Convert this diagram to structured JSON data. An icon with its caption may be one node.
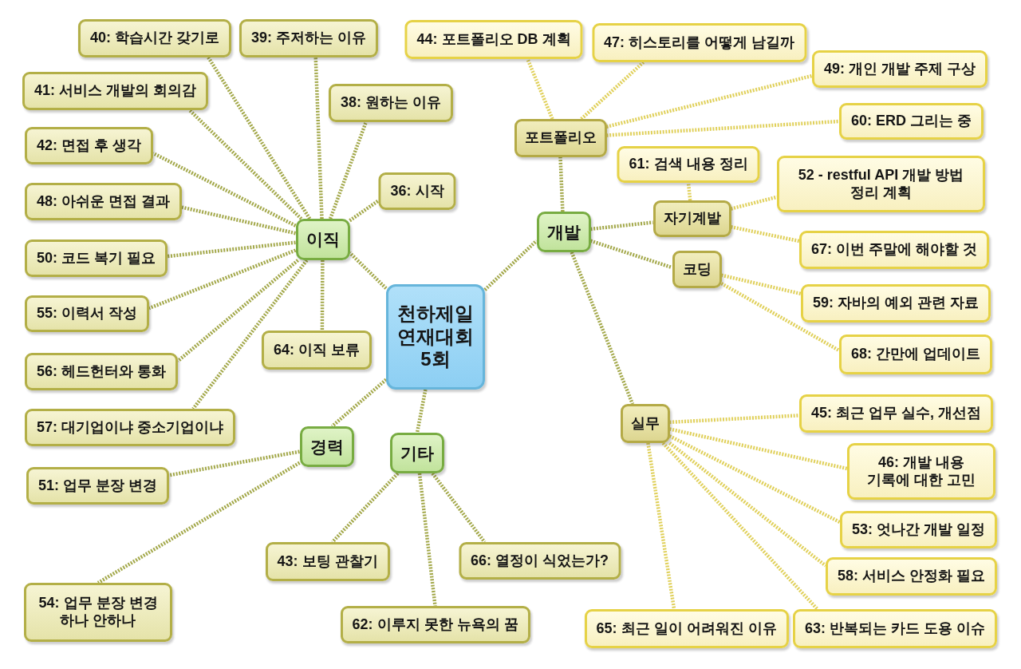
{
  "diagram": {
    "nodes": [
      {
        "text": [
          "천하제일 연재대회 5회"
        ]
      },
      {
        "text": [
          "이직"
        ]
      },
      {
        "text": [
          "개발"
        ]
      },
      {
        "text": [
          "경력"
        ]
      },
      {
        "text": [
          "기타"
        ]
      },
      {
        "text": [
          "포트폴리오"
        ]
      },
      {
        "text": [
          "자기계발"
        ]
      },
      {
        "text": [
          "코딩"
        ]
      },
      {
        "text": [
          "실무"
        ]
      },
      {
        "text": [
          "40: 학습시간 갖기로"
        ]
      },
      {
        "text": [
          "39: 주저하는 이유"
        ]
      },
      {
        "text": [
          "41: 서비스 개발의 회의감"
        ]
      },
      {
        "text": [
          "38: 원하는 이유"
        ]
      },
      {
        "text": [
          "42: 면접 후 생각"
        ]
      },
      {
        "text": [
          "36: 시작"
        ]
      },
      {
        "text": [
          "48: 아쉬운 면접 결과"
        ]
      },
      {
        "text": [
          "50: 코드 복기 필요"
        ]
      },
      {
        "text": [
          "55: 이력서 작성"
        ]
      },
      {
        "text": [
          "64: 이직 보류"
        ]
      },
      {
        "text": [
          "56: 헤드헌터와 통화"
        ]
      },
      {
        "text": [
          "57: 대기업이냐 중소기업이냐"
        ]
      },
      {
        "text": [
          "44: 포트폴리오 DB 계획"
        ]
      },
      {
        "text": [
          "47: 히스토리를 어떻게 남길까"
        ]
      },
      {
        "text": [
          "49: 개인 개발 주제 구상"
        ]
      },
      {
        "text": [
          "60: ERD 그리는 중"
        ]
      },
      {
        "text": [
          "61: 검색 내용 정리"
        ]
      },
      {
        "text": [
          "52 - restful API 개발 방법 정리 계획"
        ]
      },
      {
        "text": [
          "67: 이번 주말에 해야할 것"
        ]
      },
      {
        "text": [
          "59: 자바의 예외 관련 자료"
        ]
      },
      {
        "text": [
          "68: 간만에 업데이트"
        ]
      },
      {
        "text": [
          "45: 최근 업무 실수, 개선점"
        ]
      },
      {
        "text": [
          "46: 개발 내용 기록에 대한 고민"
        ]
      },
      {
        "text": [
          "53: 엇나간 개발 일정"
        ]
      },
      {
        "text": [
          "58: 서비스 안정화 필요"
        ]
      },
      {
        "text": [
          "65: 최근 일이 어려워진 이유"
        ]
      },
      {
        "text": [
          "63: 반복되는 카드 도용 이슈"
        ]
      },
      {
        "text": [
          "51: 업무 분장 변경"
        ]
      },
      {
        "text": [
          "54: 업무 분장 변경 하나 안하나"
        ]
      },
      {
        "text": [
          "43: 보팅 관찰기"
        ]
      },
      {
        "text": [
          "66: 열정이 식었는가?"
        ]
      },
      {
        "text": [
          "62: 이루지 못한 뉴욕의 꿈"
        ]
      }
    ],
    "edges": [
      {
        "from": 0,
        "to": 1,
        "arrow": "none"
      },
      {
        "from": 0,
        "to": 2,
        "arrow": "none"
      },
      {
        "from": 0,
        "to": 3,
        "arrow": "none"
      },
      {
        "from": 0,
        "to": 4,
        "arrow": "none"
      },
      {
        "from": 2,
        "to": 5,
        "arrow": "none"
      },
      {
        "from": 2,
        "to": 6,
        "arrow": "none"
      },
      {
        "from": 2,
        "to": 7,
        "arrow": "none"
      },
      {
        "from": 2,
        "to": 8,
        "arrow": "none"
      },
      {
        "from": 1,
        "to": 9,
        "arrow": "none"
      },
      {
        "from": 1,
        "to": 10,
        "arrow": "none"
      },
      {
        "from": 1,
        "to": 11,
        "arrow": "none"
      },
      {
        "from": 1,
        "to": 12,
        "arrow": "none"
      },
      {
        "from": 1,
        "to": 13,
        "arrow": "none"
      },
      {
        "from": 1,
        "to": 14,
        "arrow": "none"
      },
      {
        "from": 1,
        "to": 15,
        "arrow": "none"
      },
      {
        "from": 1,
        "to": 16,
        "arrow": "none"
      },
      {
        "from": 1,
        "to": 17,
        "arrow": "none"
      },
      {
        "from": 1,
        "to": 18,
        "arrow": "none"
      },
      {
        "from": 1,
        "to": 19,
        "arrow": "none"
      },
      {
        "from": 1,
        "to": 20,
        "arrow": "none"
      },
      {
        "from": 5,
        "to": 21,
        "arrow": "none",
        "color": "#e0d05a"
      },
      {
        "from": 5,
        "to": 22,
        "arrow": "none",
        "color": "#e0d05a"
      },
      {
        "from": 5,
        "to": 23,
        "arrow": "none",
        "color": "#e0d05a"
      },
      {
        "from": 5,
        "to": 24,
        "arrow": "none",
        "color": "#e0d05a"
      },
      {
        "from": 6,
        "to": 25,
        "arrow": "none",
        "color": "#e0d05a"
      },
      {
        "from": 6,
        "to": 26,
        "arrow": "none",
        "color": "#e0d05a"
      },
      {
        "from": 6,
        "to": 27,
        "arrow": "none",
        "color": "#e0d05a"
      },
      {
        "from": 7,
        "to": 28,
        "arrow": "none",
        "color": "#e0d05a"
      },
      {
        "from": 7,
        "to": 29,
        "arrow": "none",
        "color": "#e0d05a"
      },
      {
        "from": 8,
        "to": 30,
        "arrow": "none",
        "color": "#e0d05a"
      },
      {
        "from": 8,
        "to": 31,
        "arrow": "none",
        "color": "#e0d05a"
      },
      {
        "from": 8,
        "to": 32,
        "arrow": "none",
        "color": "#e0d05a"
      },
      {
        "from": 8,
        "to": 33,
        "arrow": "none",
        "color": "#e0d05a"
      },
      {
        "from": 8,
        "to": 34,
        "arrow": "none",
        "color": "#e0d05a"
      },
      {
        "from": 8,
        "to": 35,
        "arrow": "none",
        "color": "#e0d05a"
      },
      {
        "from": 3,
        "to": 36,
        "arrow": "none"
      },
      {
        "from": 3,
        "to": 37,
        "arrow": "none"
      },
      {
        "from": 4,
        "to": 38,
        "arrow": "none"
      },
      {
        "from": 4,
        "to": 39,
        "arrow": "none"
      },
      {
        "from": 4,
        "to": 40,
        "arrow": "none"
      }
    ]
  }
}
